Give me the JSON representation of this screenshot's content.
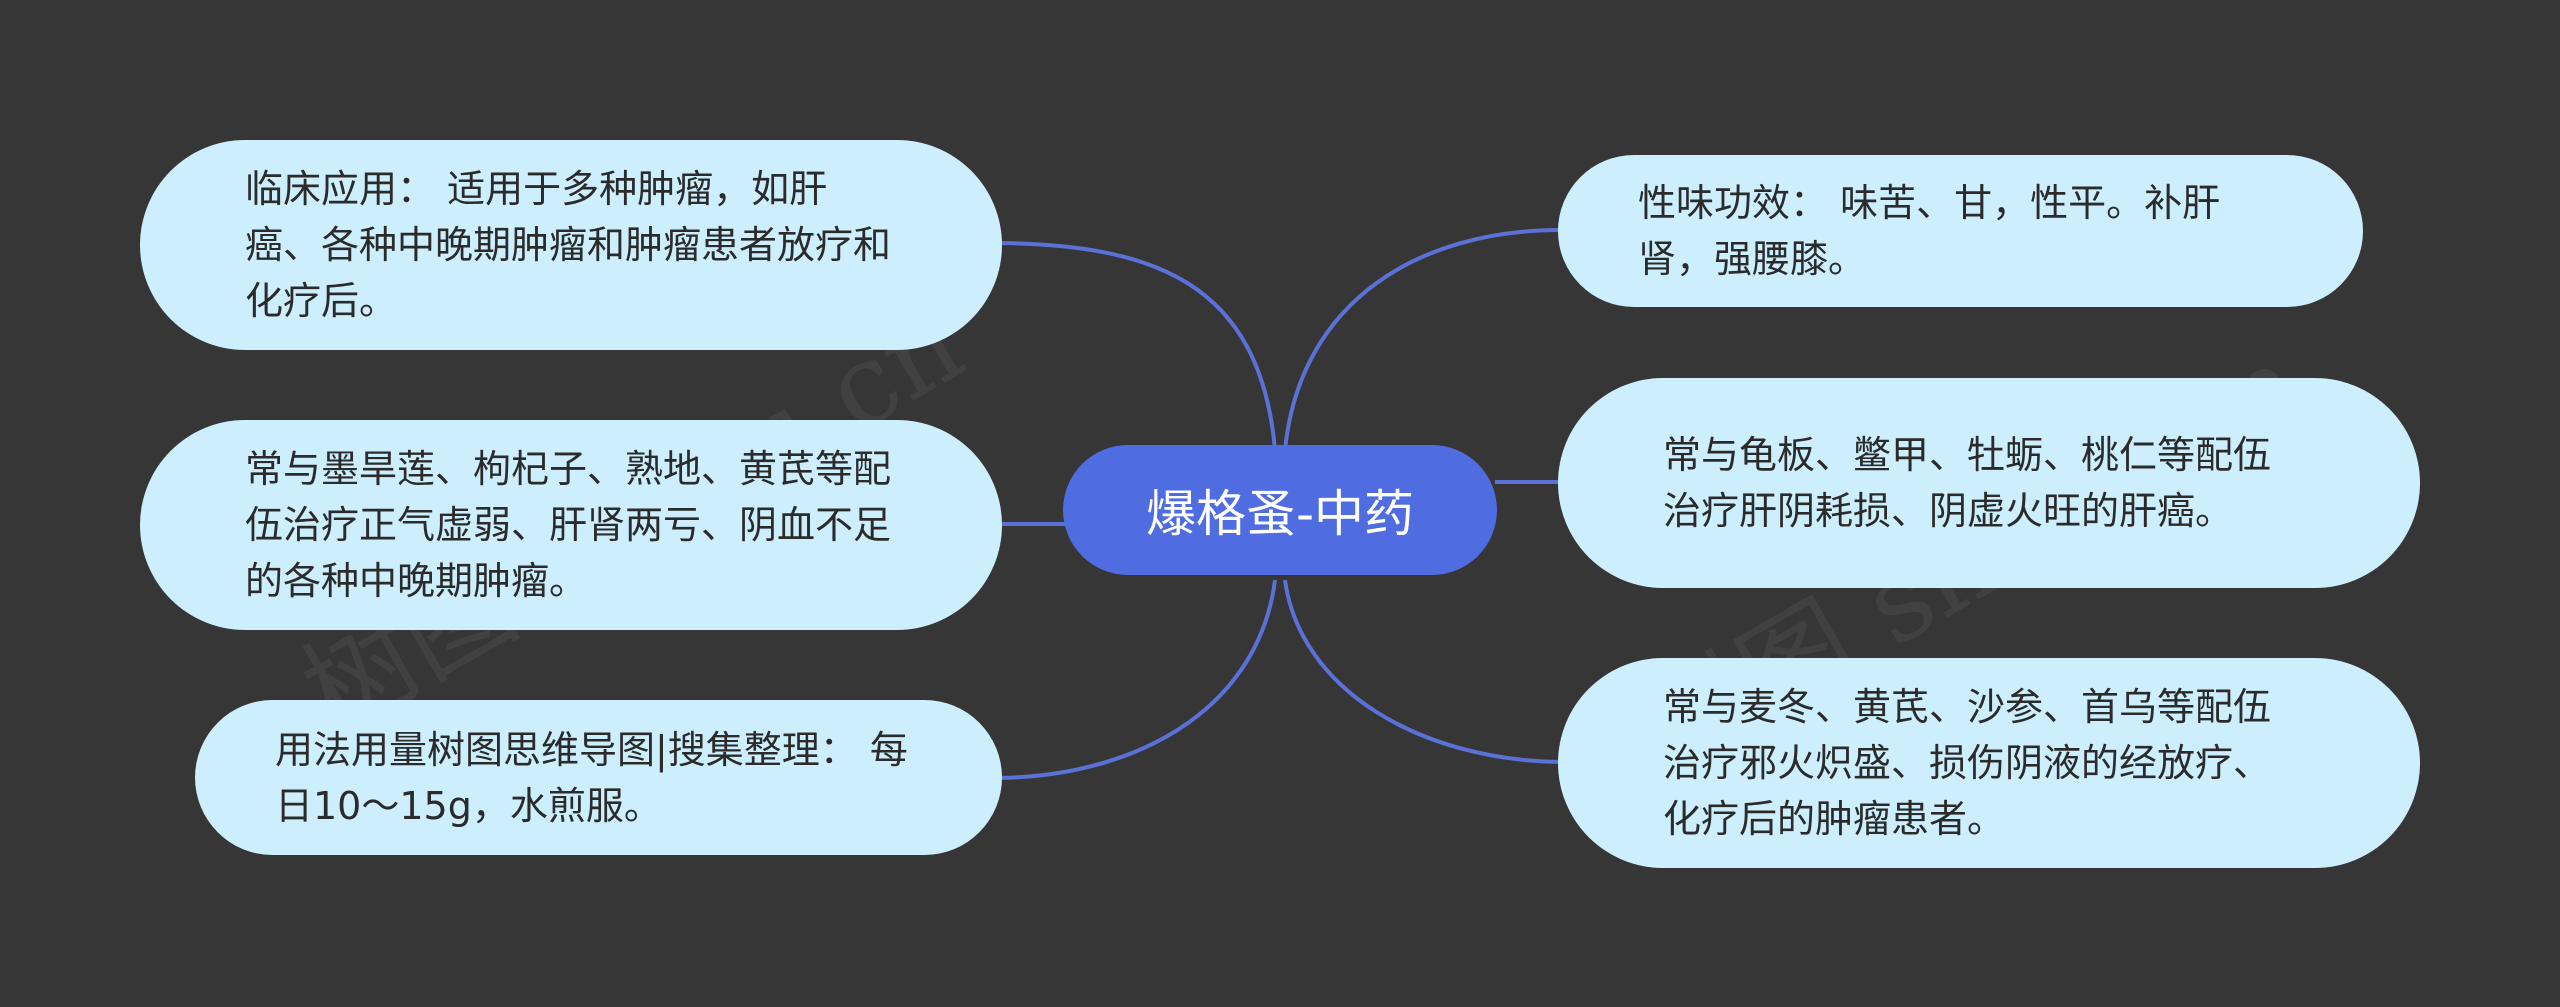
{
  "mindmap": {
    "center": {
      "label": "爆格蚤-中药"
    },
    "left": [
      {
        "text": "临床应用： 适用于多种肿瘤，如肝癌、各种中晚期肿瘤和肿瘤患者放疗和化疗后。"
      },
      {
        "text": "常与墨旱莲、枸杞子、熟地、黄芪等配伍治疗正气虚弱、肝肾两亏、阴血不足的各种中晚期肿瘤。"
      },
      {
        "text": "用法用量树图思维导图|搜集整理： 每日10～15g，水煎服。"
      }
    ],
    "right": [
      {
        "text": "性味功效： 味苦、甘，性平。补肝肾，强腰膝。"
      },
      {
        "text": "常与龟板、鳖甲、牡蛎、桃仁等配伍治疗肝阴耗损、阴虚火旺的肝癌。"
      },
      {
        "text": "常与麦冬、黄芪、沙参、首乌等配伍治疗邪火炽盛、损伤阴液的经放疗、化疗后的肿瘤患者。"
      }
    ]
  },
  "watermark": {
    "text": "树图 shutu.cn"
  },
  "colors": {
    "background": "#373637",
    "center_fill": "#4f6de0",
    "node_fill": "#cdeffd",
    "link": "#5a72d8"
  }
}
